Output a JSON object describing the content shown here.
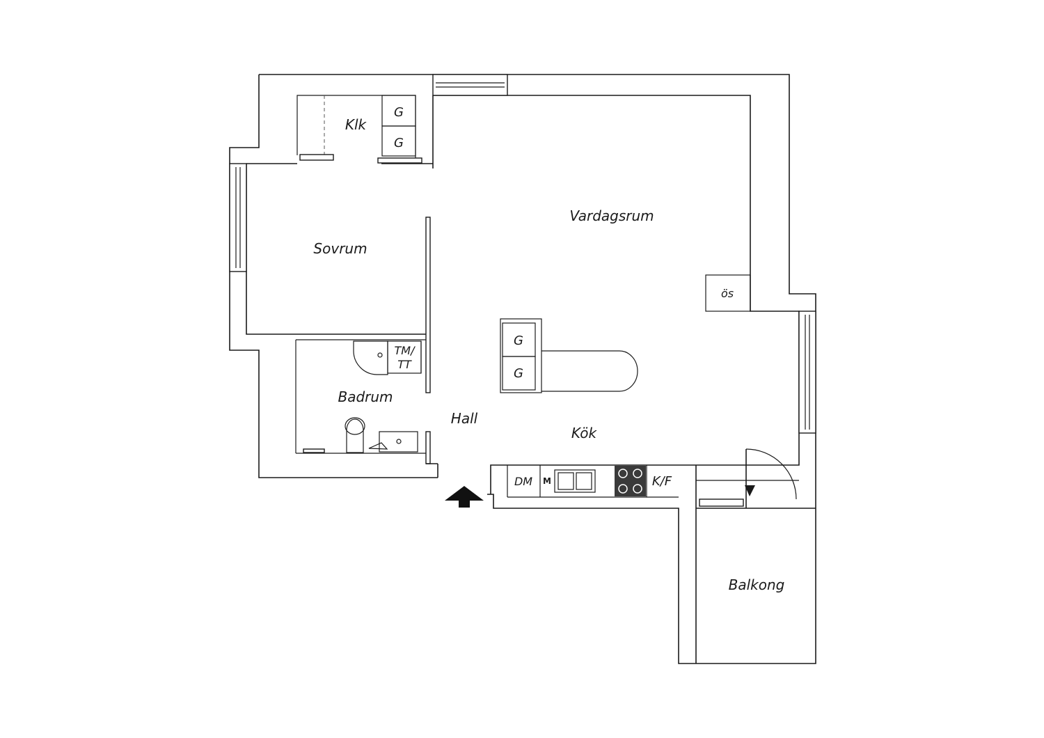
{
  "rooms": {
    "klk": "Klk",
    "sovrum": "Sovrum",
    "vardagsrum": "Vardagsrum",
    "badrum": "Badrum",
    "hall": "Hall",
    "kok": "Kök",
    "balkong": "Balkong"
  },
  "fixtures": {
    "garderob": "G",
    "oppen_spis": "ös",
    "tvattmaskin_1": "TM/",
    "tvattmaskin_2": "TT",
    "diskmaskin": "DM",
    "mikro": "M",
    "kyl_frys": "K/F"
  },
  "colors": {
    "line": "#1a1a1a",
    "background": "#ffffff"
  },
  "icons": {
    "entrance": "entrance-arrow-icon",
    "door": "door-swing-icon"
  }
}
